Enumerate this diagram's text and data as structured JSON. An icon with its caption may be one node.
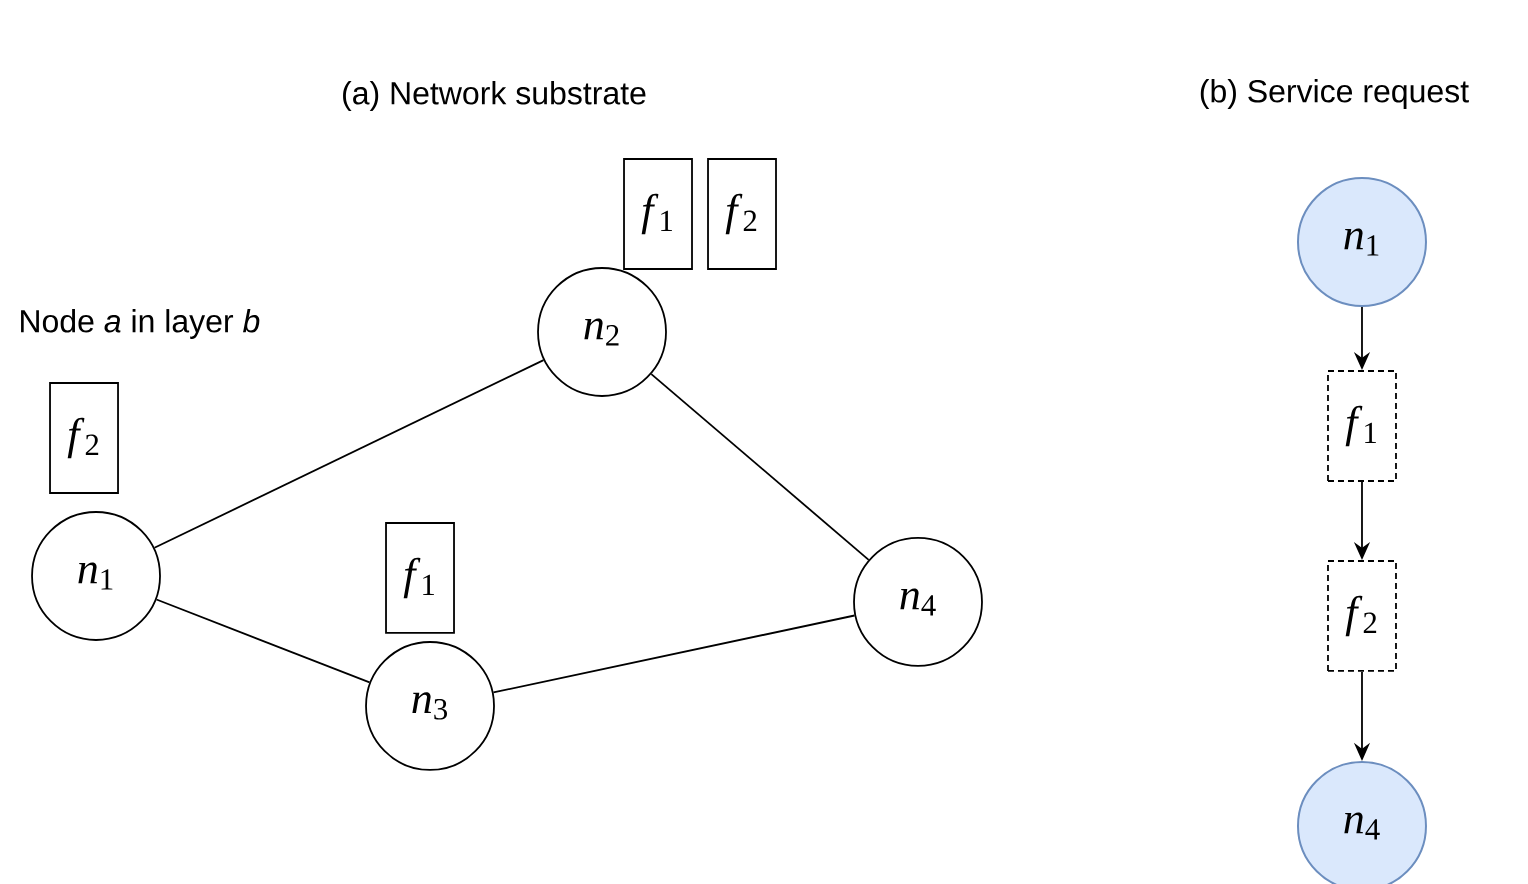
{
  "diagram": {
    "nodes": [
      {
        "text": [
          "*n*$_{1}$"
        ]
      },
      {
        "text": [
          "*n*$_{2}$"
        ]
      },
      {
        "text": [
          "*n*$_{3}$"
        ]
      },
      {
        "text": [
          "*n*$_{4}$"
        ]
      },
      {
        "text": [
          "*f*$_{1}$"
        ]
      },
      {
        "text": [
          "*f*$_{2}$"
        ]
      },
      {
        "text": [
          "*f*$_{2}$"
        ]
      },
      {
        "text": [
          "*f*$_{1}$"
        ]
      },
      {
        "text": [
          "*n*$_{1}$"
        ]
      },
      {
        "text": [
          "*f*$_{1}$"
        ]
      },
      {
        "text": [
          "*f*$_{2}$"
        ]
      },
      {
        "text": [
          "*n*$_{4}$"
        ]
      }
    ],
    "edges": [
      {
        "from": 0,
        "to": 1,
        "arrow": "none"
      },
      {
        "from": 0,
        "to": 2,
        "arrow": "none"
      },
      {
        "from": 1,
        "to": 3,
        "arrow": "none"
      },
      {
        "from": 2,
        "to": 3,
        "arrow": "none"
      },
      {
        "from": 8,
        "to": 9,
        "arrow": "to"
      },
      {
        "from": 9,
        "to": 10,
        "arrow": "to"
      },
      {
        "from": 10,
        "to": 11,
        "arrow": "to"
      }
    ],
    "labels": [
      "(a) Network substrate",
      "(b) Service request",
      "Node *a* in layer *b*"
    ]
  }
}
